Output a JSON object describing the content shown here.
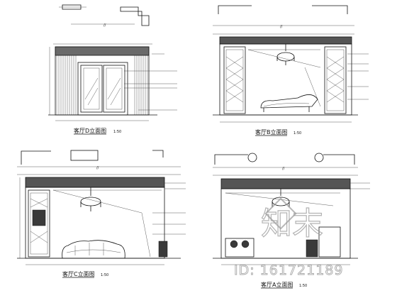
{
  "drawings": [
    {
      "id": "elevation-a",
      "caption": "客厅D立面图",
      "scale": "1:50"
    },
    {
      "id": "elevation-b",
      "caption": "客厅B立面图",
      "scale": "1:50"
    },
    {
      "id": "elevation-c",
      "caption": "客厅C立面图",
      "scale": "1:50"
    },
    {
      "id": "elevation-d",
      "caption": "客厅A立面图",
      "scale": "1:50"
    }
  ],
  "watermark": {
    "site": "知末",
    "id_label": "ID: 161721189"
  },
  "colors": {
    "line": "#111111",
    "fill_dark": "#3a3a3a",
    "watermark": "#9a9a9a"
  }
}
